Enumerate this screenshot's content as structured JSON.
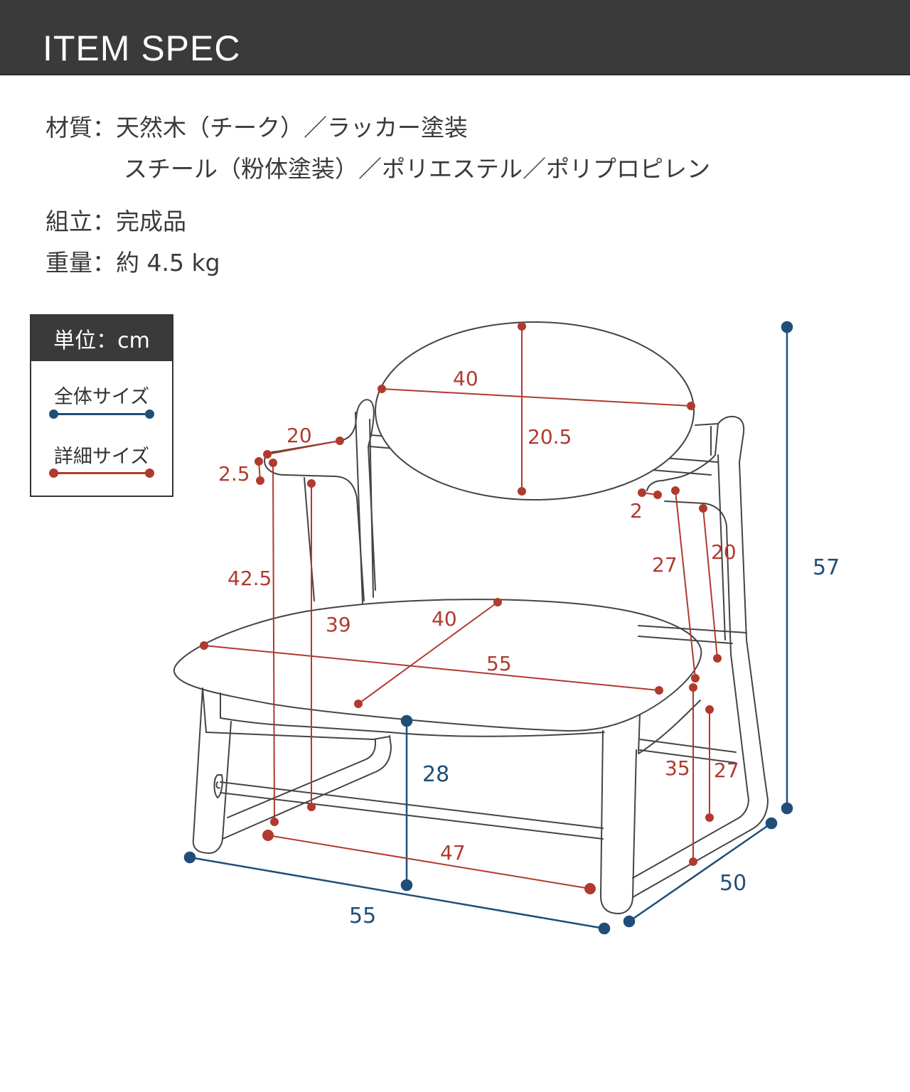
{
  "header": {
    "title": "ITEM SPEC"
  },
  "specs": {
    "material_label": "材質：",
    "material_value_1": "天然木（チーク）／ラッカー塗装",
    "material_value_2": "スチール（粉体塗装）／ポリエステル／ポリプロピレン",
    "assembly_label": "組立：",
    "assembly_value": "完成品",
    "weight_label": "重量：",
    "weight_value": "約 4.5 kg"
  },
  "legend": {
    "unit": "単位：cm",
    "overall_label": "全体サイズ",
    "detail_label": "詳細サイズ",
    "overall_color": "#1f4e79",
    "detail_color": "#b03a2e"
  },
  "dimensions": {
    "backrest_width": "40",
    "backrest_height": "20.5",
    "armrest_length": "20",
    "armrest_thickness": "2.5",
    "armrest_height": "42.5",
    "inner_height_left": "39",
    "seat_depth": "40",
    "seat_width": "55",
    "arm_gap": "2",
    "arm_support_front": "27",
    "arm_support_back": "20",
    "seat_height": "28",
    "front_leg_height": "35",
    "rear_leg_height": "27",
    "base_depth": "47",
    "overall_width": "55",
    "overall_depth": "50",
    "overall_height": "57"
  }
}
